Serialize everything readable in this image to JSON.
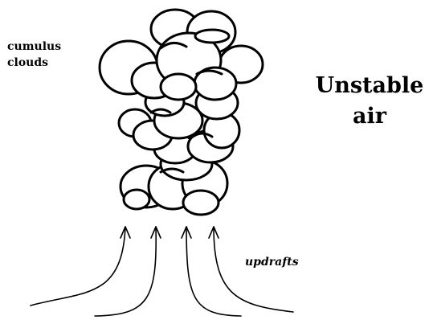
{
  "labels": {
    "cumulus_line1": "cumulus",
    "cumulus_line2": "clouds",
    "unstable_line1": "Unstable",
    "unstable_line2": "air",
    "updrafts": "updrafts"
  },
  "colors": {
    "ink": "#000000",
    "background": "#ffffff"
  }
}
